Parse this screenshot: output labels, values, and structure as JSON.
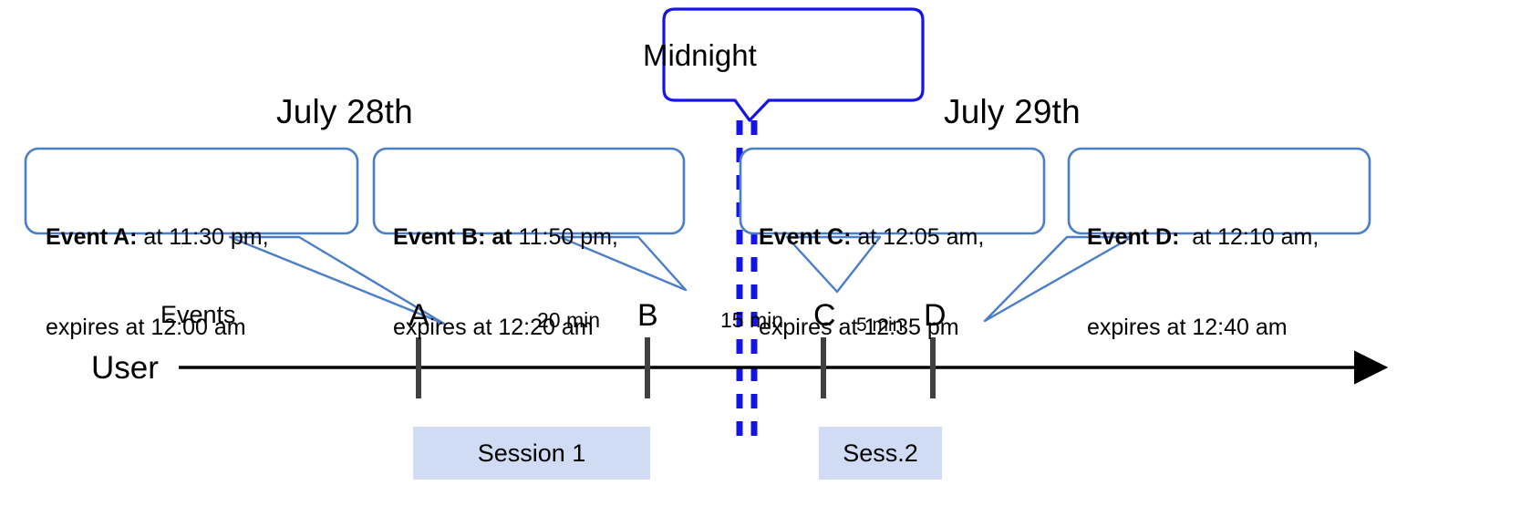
{
  "diagram": {
    "title_visible": false,
    "colors": {
      "callout_border": "#4a7ec8",
      "midnight_border": "#1414e6",
      "midnight_dash": "#1414e6",
      "leader_line": "#4a7ec8",
      "axis": "#000000",
      "tick": "#404040",
      "session_fill": "#cfdcf4",
      "text": "#000000"
    }
  },
  "dates": {
    "left": "July 28th",
    "right": "July 29th"
  },
  "midnight": {
    "label": "Midnight"
  },
  "axis": {
    "row_label": "User",
    "events_label": "Events"
  },
  "events": [
    {
      "key": "A",
      "tick_letter": "A",
      "bold": "Event A:",
      "line1_rest": " at 11:30 pm,",
      "line2": "expires at 12:00 am"
    },
    {
      "key": "B",
      "tick_letter": "B",
      "bold": "Event B: at",
      "line1_rest": " 11:50 pm,",
      "line2": "expires at 12:20 am"
    },
    {
      "key": "C",
      "tick_letter": "C",
      "bold": "Event C:",
      "line1_rest": " at 12:05 am,",
      "line2": "expires at 12:35 pm"
    },
    {
      "key": "D",
      "tick_letter": "D",
      "bold": "Event D:",
      "line1_rest": "  at 12:10 am,",
      "line2": "expires at 12:40 am"
    }
  ],
  "gaps": [
    {
      "key": "ab",
      "label": "20 min"
    },
    {
      "key": "bc",
      "label": "15 min"
    },
    {
      "key": "cd",
      "label": "5 min"
    }
  ],
  "sessions": [
    {
      "key": "s1",
      "label": "Session 1"
    },
    {
      "key": "s2",
      "label": "Sess.2"
    }
  ]
}
